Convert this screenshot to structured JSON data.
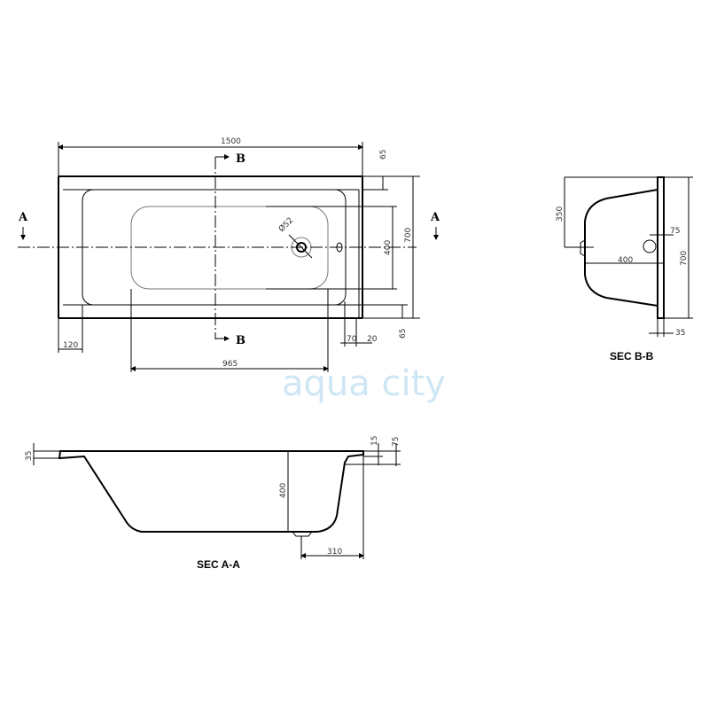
{
  "plan_view": {
    "dims": {
      "length": "1500",
      "width": "700",
      "rim_top": "65",
      "rim_bottom": "65",
      "basin_width": "400",
      "left_rim": "120",
      "basin_length": "965",
      "end_70": "70",
      "end_20": "20",
      "drain_diameter": "Ø52"
    },
    "section_markers": {
      "a_left": "A",
      "a_right": "A",
      "b_top": "B",
      "b_bottom": "B"
    }
  },
  "section_bb": {
    "title": "SEC B-B",
    "dims": {
      "half_width": "350",
      "depth": "400",
      "width": "700",
      "overflow": "75",
      "rim": "35"
    }
  },
  "section_aa": {
    "title": "SEC A-A",
    "dims": {
      "rim": "35",
      "depth": "400",
      "drain_offset": "310",
      "lip": "15",
      "overflow_height": "75"
    }
  },
  "watermark": {
    "text": "aqua city",
    "color": "#cfe6f5"
  }
}
